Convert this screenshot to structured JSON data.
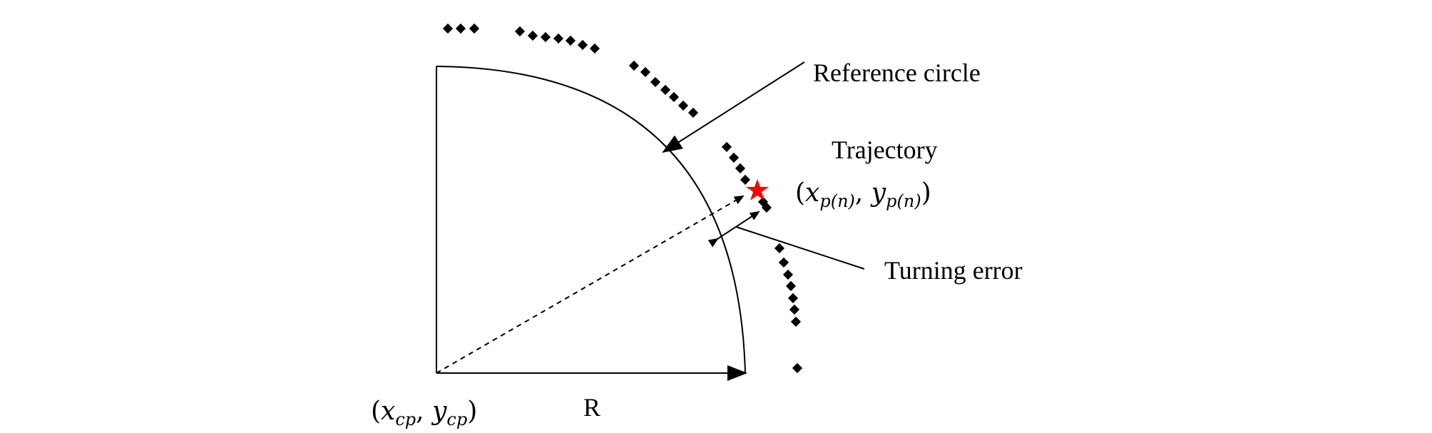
{
  "labels": {
    "reference_circle": "Reference circle",
    "trajectory": "Trajectory",
    "turning_error": "Turning error",
    "radius": "R"
  },
  "point_label": {
    "open": "(",
    "x": "x",
    "x_sub": "p(n)",
    "comma": ", ",
    "y": "y",
    "y_sub": "p(n)",
    "close": ")"
  },
  "center_label": {
    "open": "(",
    "x": "x",
    "x_sub": "cp",
    "comma": ", ",
    "y": "y",
    "y_sub": "cp",
    "close": ")"
  },
  "colors": {
    "stroke": "#000000",
    "trajectory_marker": "#000000",
    "measured_point": "#ff0000"
  }
}
